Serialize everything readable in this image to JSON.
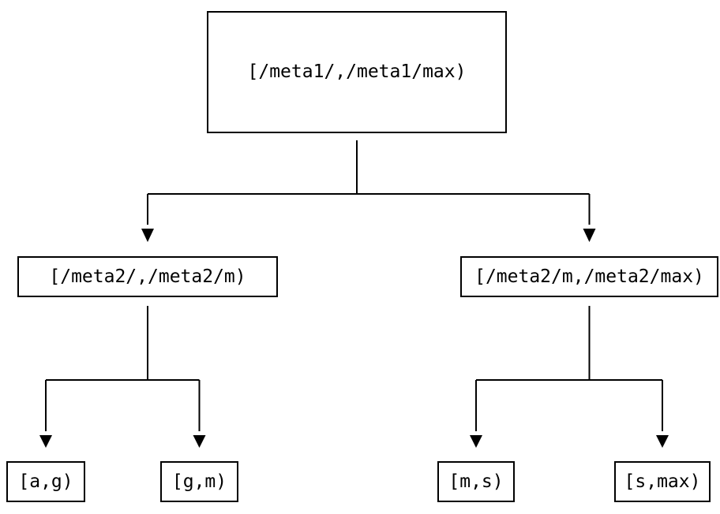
{
  "diagram": {
    "type": "tree",
    "colors": {
      "background": "#ffffff",
      "line": "#000000",
      "node_border": "#000000",
      "node_fill": "#ffffff",
      "text": "#000000"
    },
    "nodes": {
      "root": {
        "label": "[/meta1/,/meta1/max)"
      },
      "meta2_low": {
        "label": "[/meta2/,/meta2/m)"
      },
      "meta2_high": {
        "label": "[/meta2/m,/meta2/max)"
      },
      "leaf_ag": {
        "label": "[a,g)"
      },
      "leaf_gm": {
        "label": "[g,m)"
      },
      "leaf_ms": {
        "label": "[m,s)"
      },
      "leaf_smax": {
        "label": "[s,max)"
      }
    },
    "edges": [
      {
        "from": "root",
        "to": "meta2_low"
      },
      {
        "from": "root",
        "to": "meta2_high"
      },
      {
        "from": "meta2_low",
        "to": "leaf_ag"
      },
      {
        "from": "meta2_low",
        "to": "leaf_gm"
      },
      {
        "from": "meta2_high",
        "to": "leaf_ms"
      },
      {
        "from": "meta2_high",
        "to": "leaf_smax"
      }
    ]
  }
}
